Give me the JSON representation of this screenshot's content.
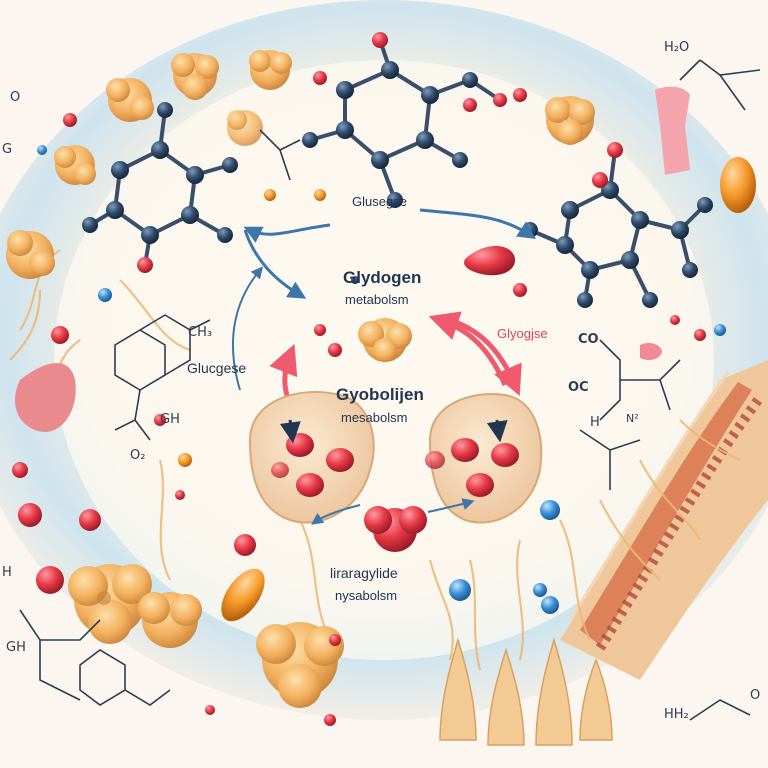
{
  "labels": {
    "top_arrow": "Glusegse",
    "center_title_line1": "Glydogen",
    "center_title_line2": "metabolsm",
    "left_arrow": "Glucgese",
    "right_arrow": "Glyogjse",
    "middle_line1": "Gyobolijen",
    "middle_line2": "mesabolsm",
    "bottom_line1": "liraragylide",
    "bottom_line2": "nysabolsm"
  },
  "chem_text": {
    "h2o_top_right": "H₂O",
    "oh_top_left": "O",
    "g_left": "G",
    "ch3_left": "CH₃",
    "gh_left": "GH",
    "o2_left": "O₂",
    "co_right": "CO",
    "oc_right": "OC",
    "n2_right": "N²",
    "h_right": "H",
    "h_bottom_left": "H",
    "gh_bottom_left": "GH",
    "h2_bottom_right": "HH₂",
    "o_bottom_right": "O"
  },
  "colors": {
    "background": "#fbf6ef",
    "halo": "#cfe4ee",
    "label_dark": "#223652",
    "label_accent": "#e0445e",
    "molecule_node": "#2f4a6b",
    "atom_red": "#e63946",
    "glycogen": "#f2b05e",
    "cell": "#f6dcbc",
    "arrow_red": "#ef5a6f",
    "arrow_blue": "#3d76a8"
  }
}
